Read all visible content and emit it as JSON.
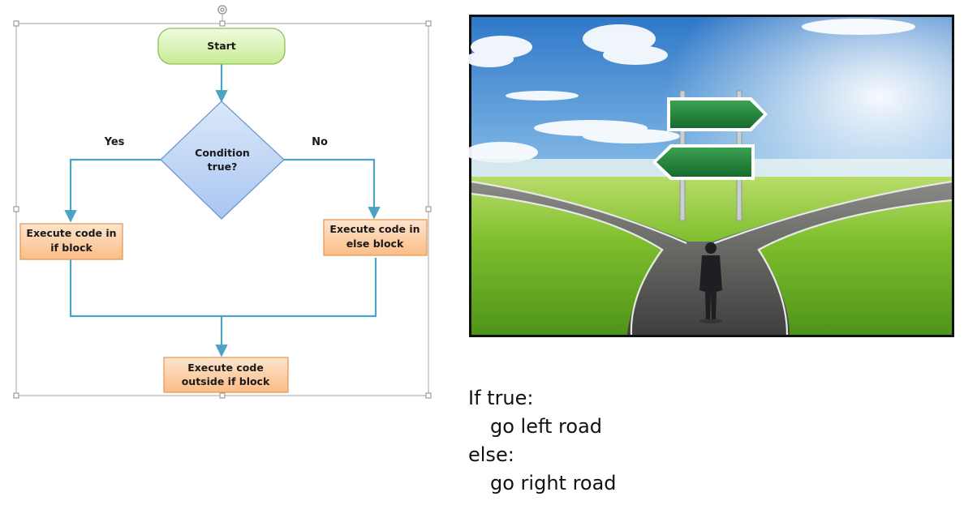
{
  "flowchart": {
    "start": "Start",
    "condition": [
      "Condition",
      "true?"
    ],
    "yes_label": "Yes",
    "no_label": "No",
    "if_block": [
      "Execute code in",
      "if block"
    ],
    "else_block": [
      "Execute code in",
      "else block"
    ],
    "outside_block": [
      "Execute code",
      "outside if block"
    ],
    "colors": {
      "start_fill": "#d6f2b0",
      "start_stroke": "#8cc059",
      "decision_fill": "#bcd3f3",
      "decision_stroke": "#6f96d1",
      "process_fill": "#fcd0a8",
      "process_stroke": "#e59b5b",
      "arrow": "#4aa3c4"
    }
  },
  "code": {
    "line1": "If true:",
    "line2": "go left road",
    "line3": "else:",
    "line4": "go right road"
  },
  "image": {
    "description_icon": "crossroads-photo"
  }
}
